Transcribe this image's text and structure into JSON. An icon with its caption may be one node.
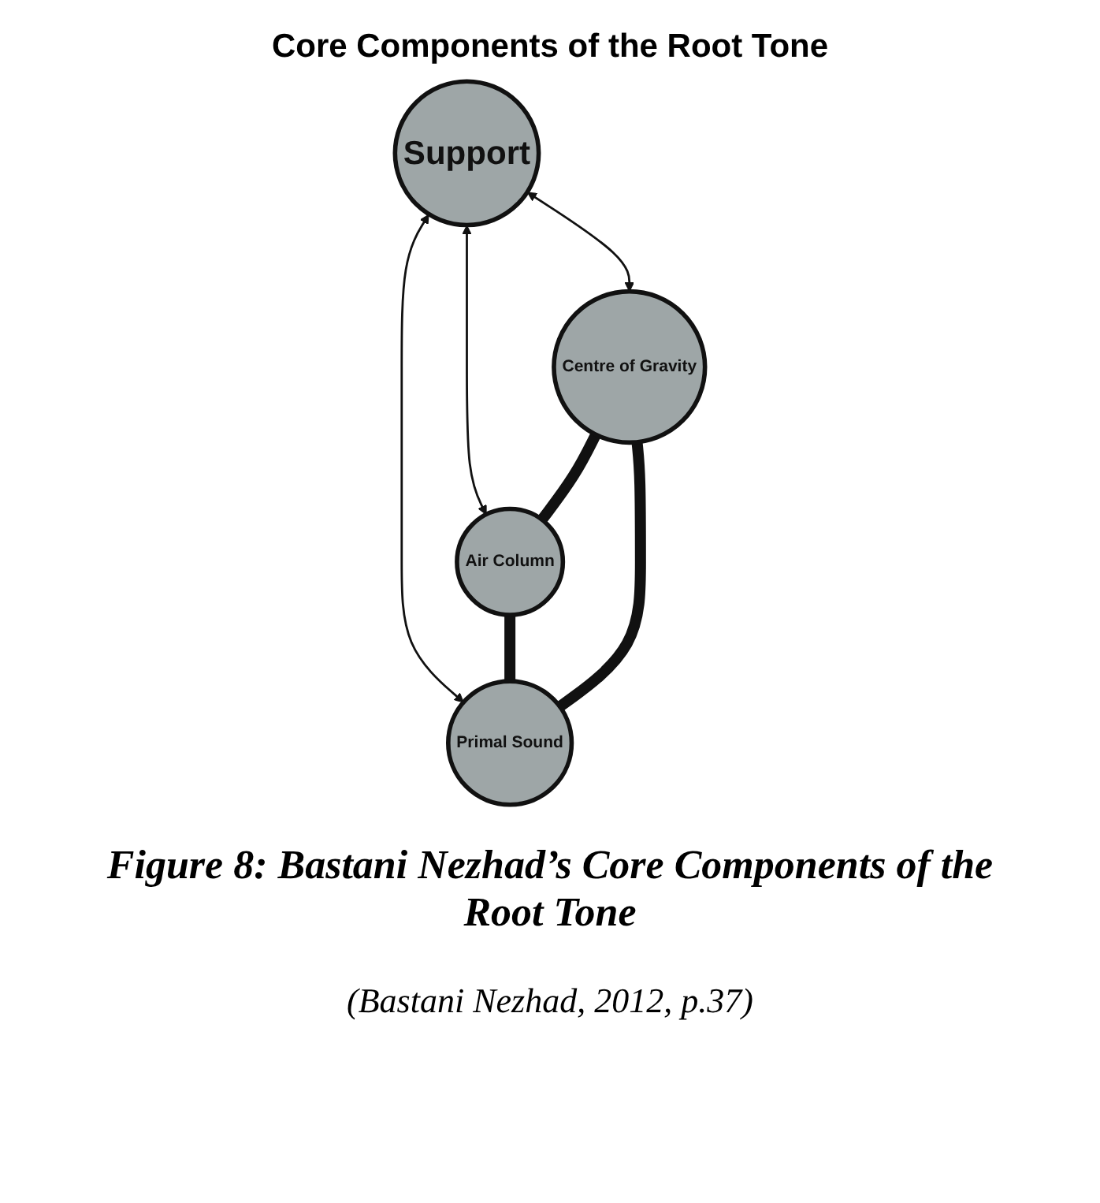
{
  "diagram": {
    "title": "Core Components of the Root Tone",
    "nodes": [
      {
        "text": [
          "Centre of Gravity"
        ]
      },
      {
        "text": [
          "Support"
        ]
      },
      {
        "text": [
          "Primal Sound"
        ]
      },
      {
        "text": [
          "Air Column"
        ]
      }
    ],
    "edges": [
      {
        "from": 1,
        "to": 0,
        "arrow": "both"
      },
      {
        "from": 1,
        "to": 2,
        "arrow": "both"
      },
      {
        "from": 1,
        "to": 3,
        "arrow": "both"
      },
      {
        "from": 0,
        "to": 3,
        "arrow": "none",
        "style": "thick"
      },
      {
        "from": 3,
        "to": 2,
        "arrow": "none",
        "style": "thick"
      },
      {
        "from": 2,
        "to": 0,
        "arrow": "none",
        "style": "thick"
      }
    ],
    "caption": "Figure 8: Bastani Nezhad’s Core Components of the Root Tone",
    "labels": [
      "(Bastani Nezhad, 2012, p.37)"
    ]
  }
}
